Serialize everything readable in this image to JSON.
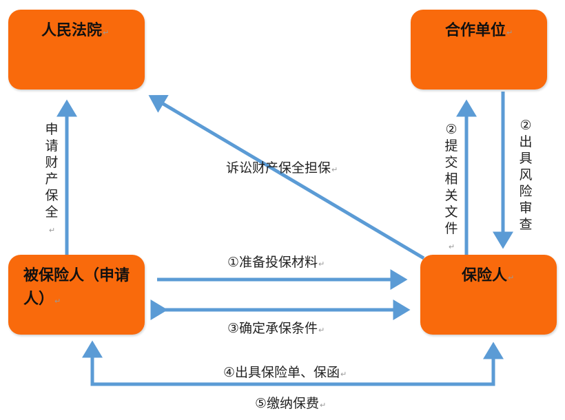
{
  "nodes": {
    "court": "人民法院",
    "partner": "合作单位",
    "insured": "被保险人（申请人）",
    "insurer": "保险人"
  },
  "edges": {
    "apply_preservation": "申请财产保全",
    "litigation_guarantee": "诉讼财产保全担保",
    "submit_docs": "②提交相关文件",
    "risk_review": "②出具风险审查",
    "prepare_materials": "①准备投保材料",
    "confirm_terms": "③确定承保条件",
    "issue_policy": "④出具保险单、保函",
    "pay_premium": "⑤缴纳保费"
  },
  "colors": {
    "node_fill": "#f96a0c",
    "arrow": "#5b9bd5"
  }
}
